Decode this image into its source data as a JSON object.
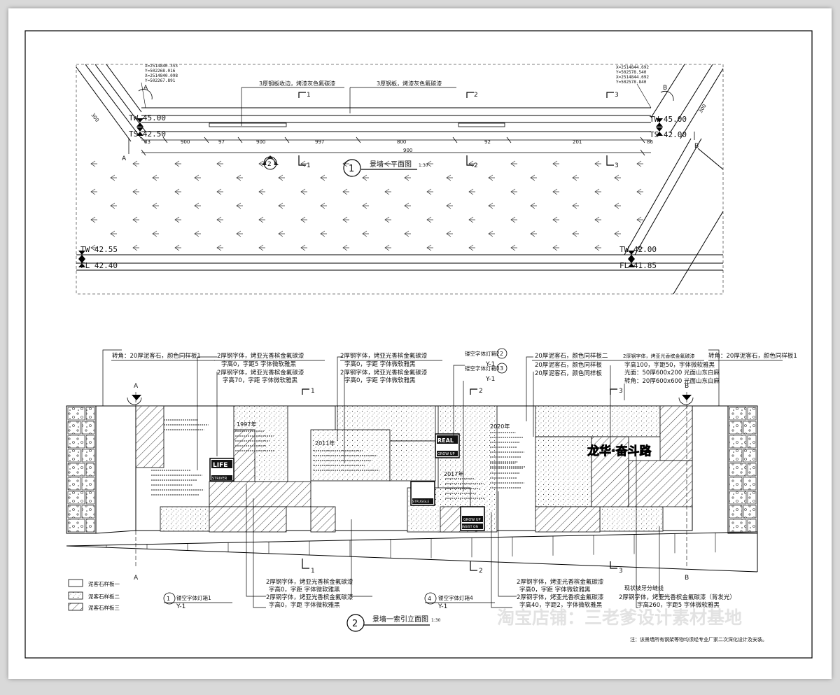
{
  "plan": {
    "title": "景墙一平面图",
    "scale": "1:30",
    "detail_no": "1",
    "coords_left": [
      "X=2514840.353",
      "Y=502268.016",
      "X=2514840.098",
      "Y=502267.891"
    ],
    "coords_right": [
      "X=2514844.692",
      "Y=502578.540",
      "X=2514844.692",
      "Y=502578.840"
    ],
    "note_steel_edge": "3厚钢板收边，烤漆灰色氟碳漆",
    "note_steel_plate": "3厚钢板，烤漆灰色氟碳漆",
    "elevations": {
      "tw_left_top": "TW 45.00",
      "ts_left": "TS 42.50",
      "tw_right_top": "TW 45.00",
      "ts_right": "TS 42.00",
      "tw_left_bottom": "TW 42.55",
      "fl_left": "FL 42.40",
      "tw_right_bottom": "TW 42.00",
      "fl_right": "FL 41.85"
    },
    "section_a": "A",
    "section_b": "B",
    "section_marks": [
      "1",
      "2",
      "3"
    ],
    "elev_callout_no": "2",
    "dims_top": [
      "83",
      "900",
      "97",
      "900",
      "997",
      "800",
      "92",
      "201",
      "86"
    ],
    "dim_center": "900",
    "dim_side_left": "300",
    "dim_side_right": "300"
  },
  "elevation": {
    "title": "景墙一索引立面图",
    "scale": "1:30",
    "detail_no": "2",
    "labels_top": [
      "转角：20厚泥客石，颜色同样板1",
      "2厚钢字体，烤亚光香槟金氟碳漆",
      "字高0，字距5 字体微软雅黑",
      "2厚钢字体，烤亚光香槟金氟碳漆",
      "字高70，字距 字体微软雅黑",
      "2厚钢字体，烤亚光香槟金氟碳漆",
      "字高0，字距 字体微软雅黑",
      "2厚钢字体，烤亚光香槟金氟碳漆",
      "字高0，字距 字体微软雅黑",
      "20厚泥客石，颜色同样板二",
      "2厚钢字体，烤亚光香槟金氟碳漆",
      "字高100，字距50，字体微软雅黑",
      "20厚泥客石，颜色同样板",
      "光面：50厚600x200 光面山东白麻",
      "20厚泥客石，颜色同样板",
      "转角：20厚600x600 光面山东白麻",
      "转角：20厚泥客石，颜色同样板1"
    ],
    "lamp_callouts": [
      {
        "name": "镂空字体灯箱2",
        "no": "2",
        "ref": "Y-1"
      },
      {
        "name": "镂空字体灯箱3",
        "no": "3",
        "ref": "Y-1"
      },
      {
        "name": "镂空字体灯箱1",
        "no": "1",
        "ref": "Y-1"
      },
      {
        "name": "镂空字体灯箱4",
        "no": "4",
        "ref": "Y-1"
      }
    ],
    "labels_bottom": [
      "2厚钢字体，烤亚光香槟金氟碳漆",
      "字高0，字距 字体微软雅黑",
      "2厚钢字体，烤亚光香槟金氟碳漆",
      "字高0，字距 字体微软雅黑",
      "2厚钢字体，烤亚光香槟金氟碳漆",
      "字高0，字距 字体微软雅黑",
      "2厚钢字体，烤亚光香槟金氟碳漆",
      "字高40，字距2，字体微软雅黑",
      "2厚钢字体，烤亚光香槟金氟碳漆（背发光）",
      "字高260，字距5 字体微软雅黑"
    ],
    "note_joint": "现状坡牙分缝线",
    "years": [
      "1997年",
      "2011年",
      "2017年",
      "2020年"
    ],
    "sign_texts": [
      "LIFE",
      "REAL",
      "GROW UP",
      "STRUGGLE",
      "INSIST ON",
      "STRIVER"
    ],
    "big_text": "龙华·奋斗路",
    "section_a": "A",
    "section_b": "B",
    "section_marks": [
      "1",
      "2",
      "3"
    ]
  },
  "legend": [
    {
      "label": "泥客石样板一",
      "pattern": "blank"
    },
    {
      "label": "泥客石样板二",
      "pattern": "dots"
    },
    {
      "label": "泥客石样板三",
      "pattern": "hatch"
    }
  ],
  "footer_note": "注：该景墙所有钢架等物均须经专业厂家二次深化设计及安装。",
  "watermark": "淘宝店铺：三老爹设计素材基地"
}
